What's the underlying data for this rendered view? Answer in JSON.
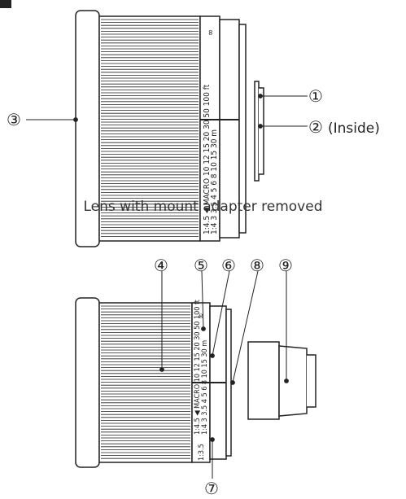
{
  "caption_top": "Lens with mount adapter removed",
  "callouts": {
    "c1": "①",
    "c2": "②",
    "c2_text": "(Inside)",
    "c3": "③",
    "c4": "④",
    "c5": "⑤",
    "c6": "⑥",
    "c7": "⑦",
    "c8": "⑧",
    "c9": "⑨"
  },
  "focus_scale": {
    "ft_values": [
      "100",
      "50",
      "30",
      "20",
      "15",
      "12",
      "10"
    ],
    "ft_unit": "ft",
    "infinity": "∞",
    "m_values": [
      "30",
      "15",
      "10",
      "8",
      "6",
      "5",
      "4",
      "3.5",
      "3"
    ],
    "m_unit": "m",
    "macro": "◀ MACRO",
    "mag_1": "1:4.5",
    "mag_2": "1:4",
    "mag_3": "1:3.5"
  },
  "colors": {
    "line": "#222222",
    "fill": "#ffffff"
  }
}
